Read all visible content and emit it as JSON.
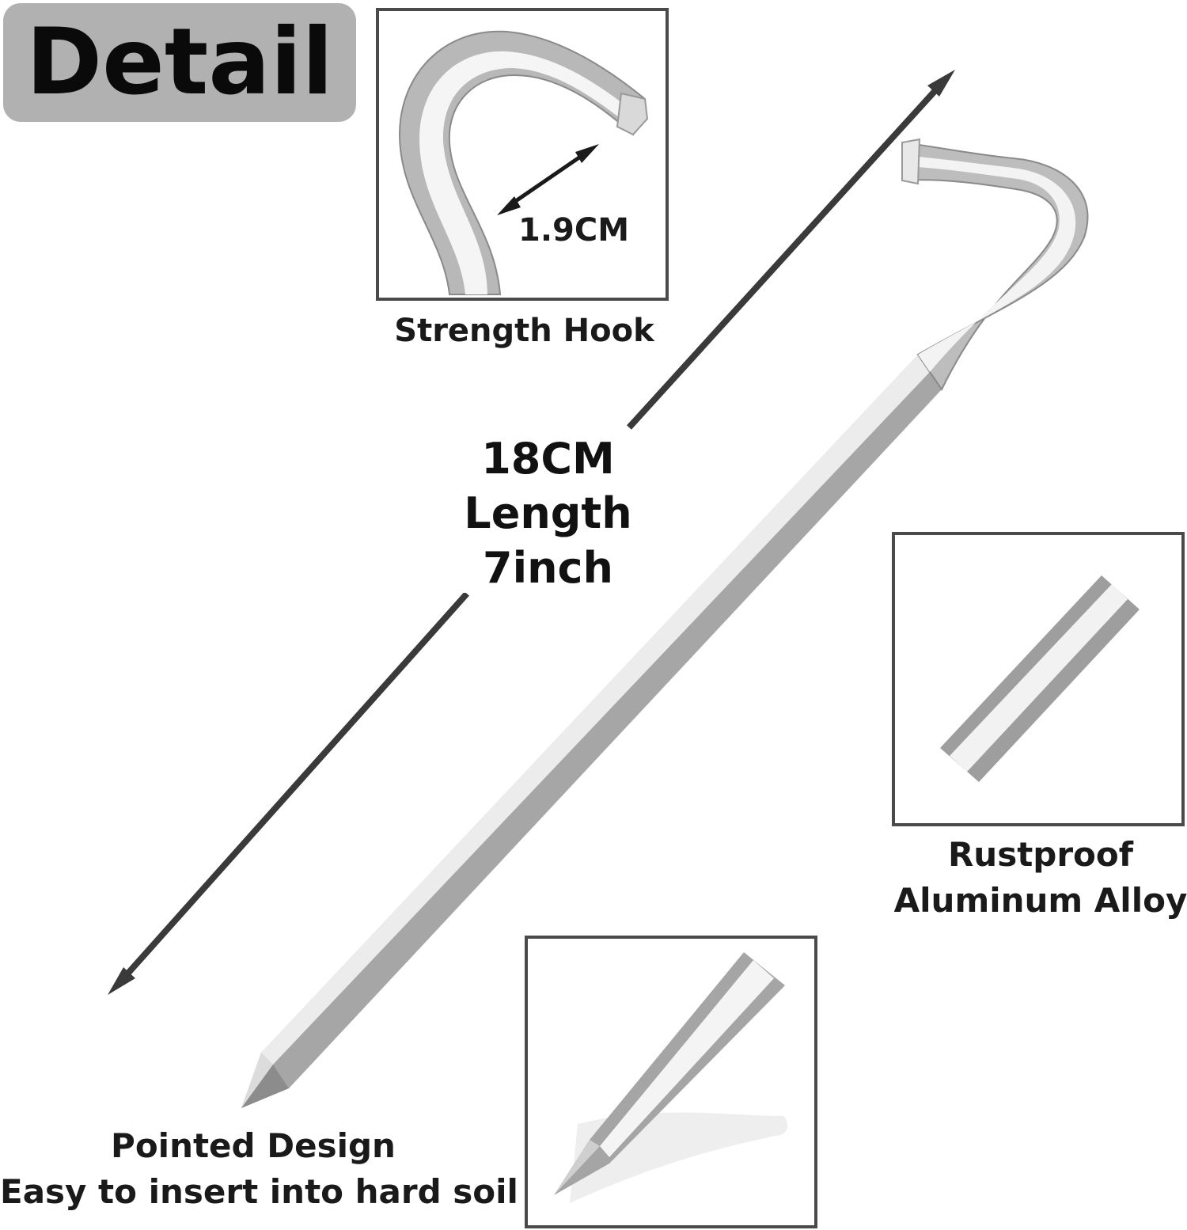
{
  "badge": {
    "title": "Detail"
  },
  "hook_detail": {
    "dimension": "1.9CM",
    "caption": "Strength Hook"
  },
  "length": {
    "line1": "18CM",
    "line2": "Length",
    "line3": "7inch"
  },
  "material": {
    "line1": "Rustproof",
    "line2": "Aluminum Alloy"
  },
  "tip": {
    "line1": "Pointed Design",
    "line2": "Easy to insert into hard soil"
  },
  "colors": {
    "badge_bg": "#b1b1b1",
    "frame": "#4a4a4a",
    "arrow": "#3a3a3a",
    "metal_dark": "#8a8a8a",
    "metal_light": "#f2f2f2"
  }
}
